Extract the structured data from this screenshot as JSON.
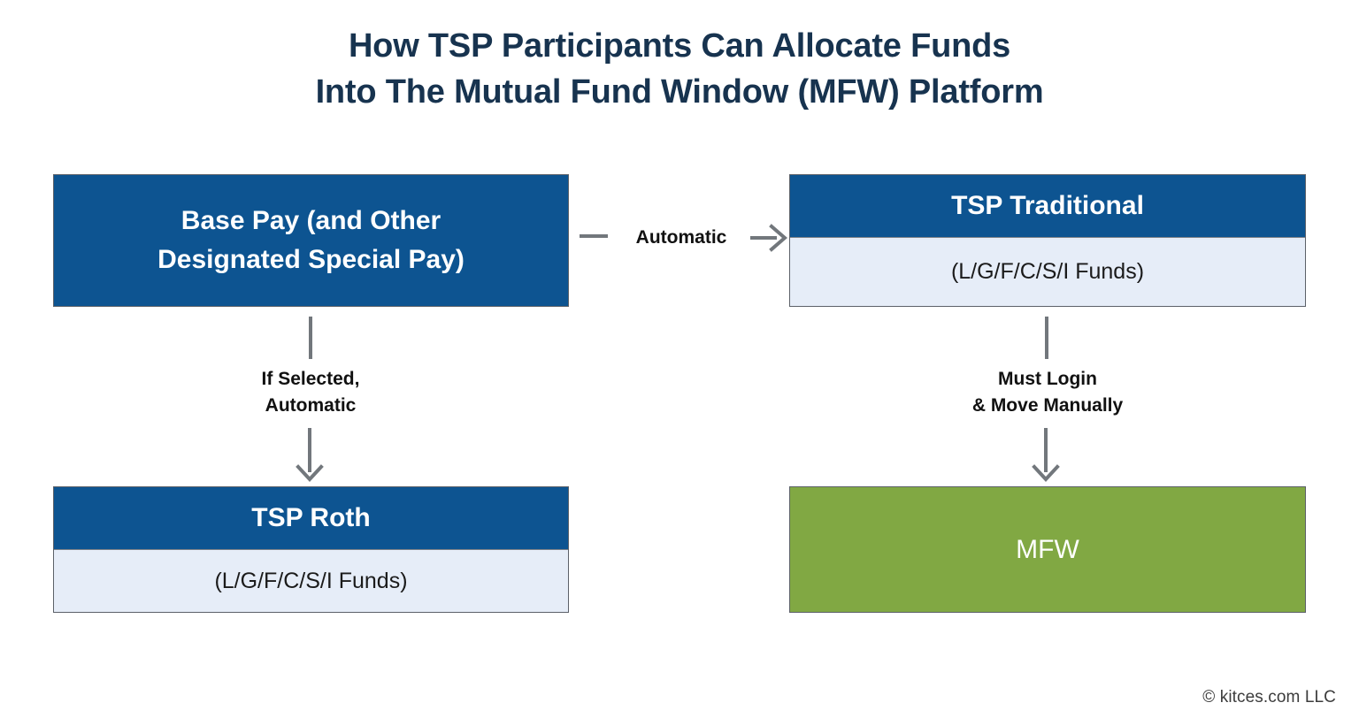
{
  "title": {
    "line1": "How TSP Participants Can Allocate Funds",
    "line2": "Into The Mutual Fund Window (MFW) Platform"
  },
  "colors": {
    "title_navy": "#17334F",
    "box_blue": "#0D5491",
    "box_light_blue": "#E6EDF8",
    "mfw_green": "#81A843",
    "connector_gray": "#72777C",
    "border_gray": "#5C6169",
    "background": "#FFFFFF"
  },
  "boxes": {
    "base_pay": {
      "header": "Base Pay (and Other Designated Special Pay)",
      "header_line1": "Base Pay (and Other",
      "header_line2": "Designated Special Pay)"
    },
    "tsp_roth": {
      "header": "TSP Roth",
      "body": "(L/G/F/C/S/I Funds)"
    },
    "tsp_traditional": {
      "header": "TSP Traditional",
      "body": "(L/G/F/C/S/I Funds)"
    },
    "mfw": {
      "label": "MFW"
    }
  },
  "connectors": {
    "base_to_traditional": {
      "label": "Automatic",
      "direction": "right"
    },
    "base_to_roth": {
      "label_line1": "If Selected,",
      "label_line2": "Automatic",
      "direction": "down"
    },
    "traditional_to_mfw": {
      "label_line1": "Must Login",
      "label_line2": "& Move Manually",
      "direction": "down"
    }
  },
  "footer": {
    "copyright": "© kitces.com LLC"
  }
}
